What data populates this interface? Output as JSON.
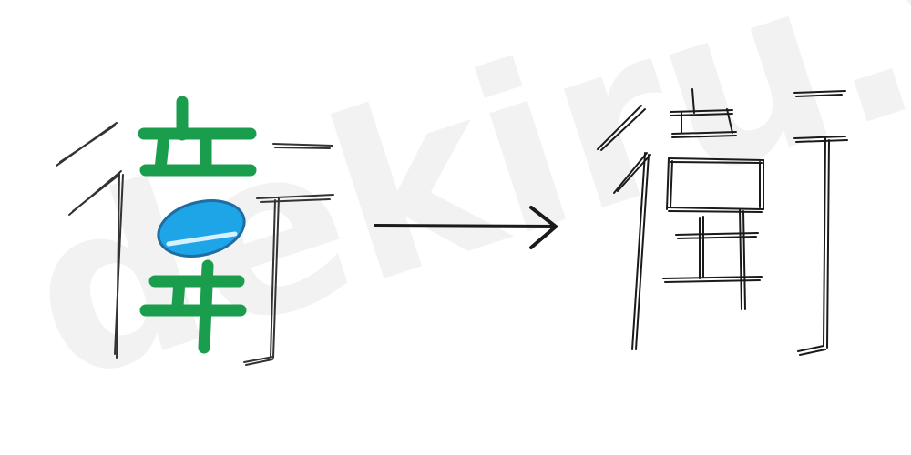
{
  "watermark": {
    "text": "dekiru.vn"
  },
  "diagram": {
    "left_glyph": "衛",
    "right_glyph": "衛",
    "arrow_icon": "right-arrow-icon",
    "colors": {
      "stroke": "#1a1a1a",
      "stroke_light": "#333333",
      "green_highlight": "#1a9e4e",
      "blue_highlight": "#1ea5e8"
    }
  }
}
